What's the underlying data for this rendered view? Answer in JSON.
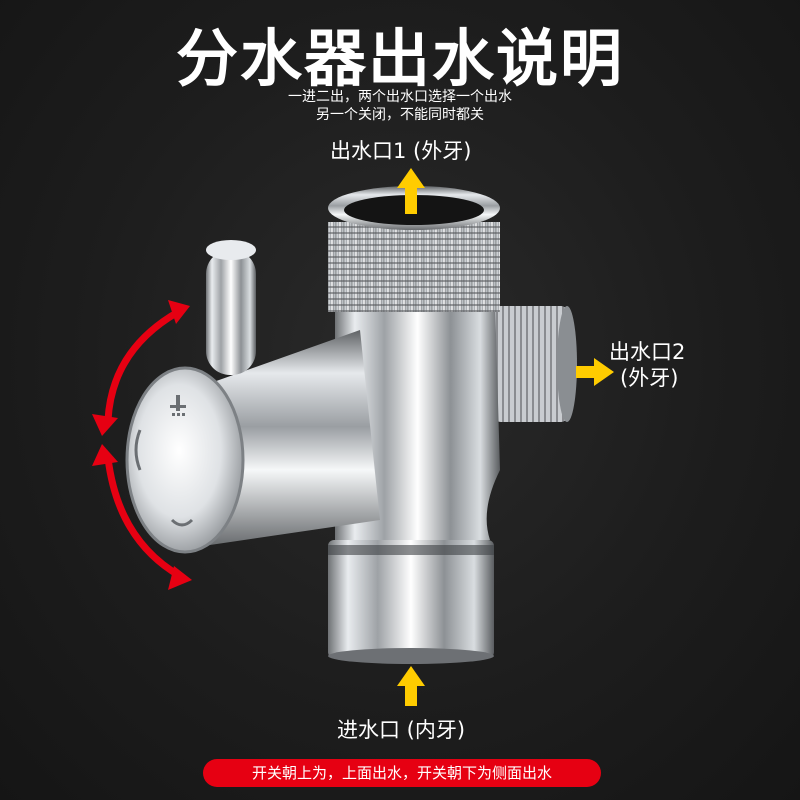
{
  "title": "分水器出水说明",
  "subtitle": {
    "line1": "一进二出，两个出水口选择一个出水",
    "line2": "另一个关闭，不能同时都关"
  },
  "labels": {
    "outlet1": "出水口1 (外牙)",
    "outlet2_line1": "出水口2",
    "outlet2_line2": "(外牙)",
    "inlet": "进水口 (内牙)"
  },
  "banner": "开关朝上为，上面出水，开关朝下为侧面出水",
  "colors": {
    "background": "#1c1c1c",
    "arrow_yellow": "#ffcc00",
    "rotate_arrow_red": "#e60012",
    "banner_red": "#e60012",
    "text": "#ffffff"
  },
  "icons": [
    "up-arrow-icon",
    "right-arrow-icon",
    "rotate-arrow-icon"
  ]
}
